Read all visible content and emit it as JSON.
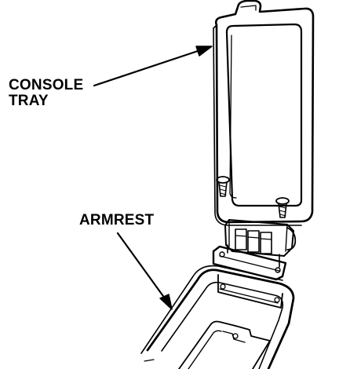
{
  "labels": {
    "console_line1": "CONSOLE",
    "console_line2": "TRAY",
    "armrest": "ARMREST"
  },
  "colors": {
    "ink": "#000000",
    "paper": "#ffffff"
  }
}
